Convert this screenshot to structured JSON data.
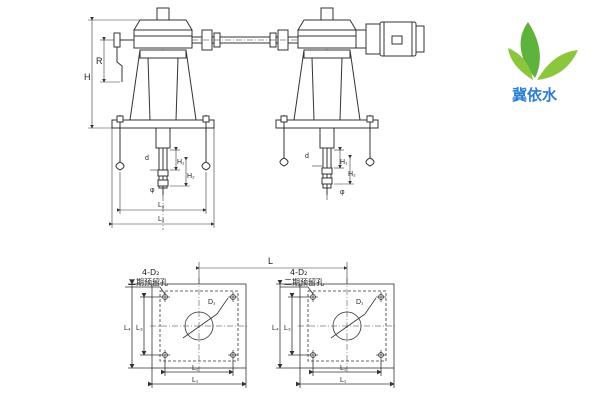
{
  "top_view": {
    "dims": {
      "H": "H",
      "R": "R",
      "H1": "H₁",
      "H2": "H₂",
      "d": "d",
      "phi": "φ",
      "L1": "L₁",
      "L2": "L₂"
    }
  },
  "plan_view": {
    "left": {
      "hole_note": "4-D₂",
      "reserve_note": "二期预留孔",
      "D1": "D₁",
      "L1": "L₁",
      "L2": "L₂",
      "L3": "L₃",
      "L4": "L₄"
    },
    "right": {
      "hole_note": "4-D₂",
      "reserve_note": "二期预留孔",
      "D1": "D₁",
      "L1": "L₁",
      "L2": "L₂",
      "L3": "L₃",
      "L4": "L₄"
    },
    "spacing": "L"
  },
  "logo": {
    "text": "冀依水",
    "leaf_colors": [
      "#5db33b",
      "#8cc63f"
    ],
    "text_color": "#2b7fd4"
  }
}
